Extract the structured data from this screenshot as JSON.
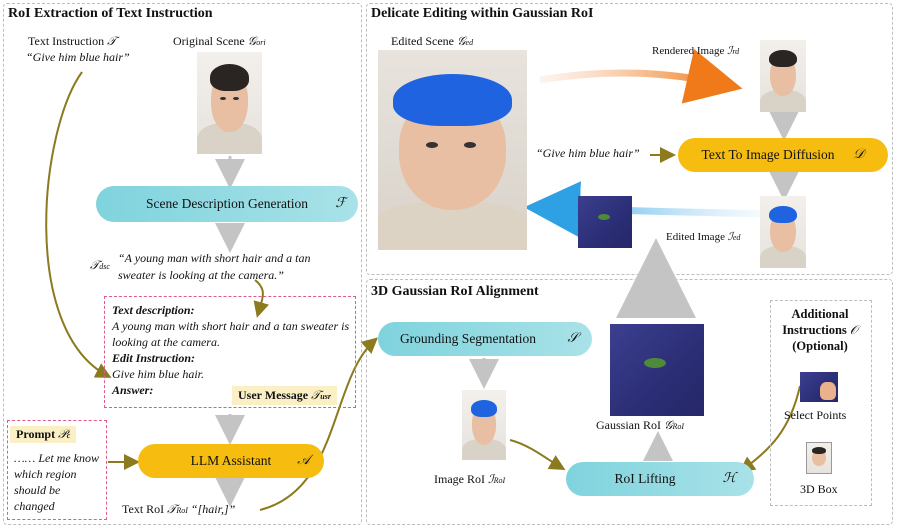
{
  "left_panel": {
    "title": "RoI Extraction of Text Instruction",
    "text_instruction_label": "Text Instruction",
    "text_instruction_symbol": "𝒯",
    "text_instruction_quote": "“Give him blue hair”",
    "original_scene_label": "Original Scene",
    "original_scene_symbol": "𝒢",
    "original_scene_sub": "ori",
    "scene_desc_gen": "Scene Description Generation",
    "scene_desc_symbol": "ℱ",
    "t_dsc_symbol": "𝒯",
    "t_dsc_sub": "dsc",
    "t_dsc_text": "“A young man with short hair and a tan sweater is looking at the camera.”",
    "message_box": {
      "heading1": "Text description:",
      "desc": "A young man with short hair and a tan sweater is looking at the camera.",
      "heading2": "Edit Instruction:",
      "instruction": "Give him blue hair.",
      "heading3": "Answer:"
    },
    "user_message_label": "User Message",
    "user_message_symbol": "𝒯",
    "user_message_sub": "usr",
    "prompt_label": "Prompt",
    "prompt_symbol": "𝒫",
    "prompt_sub": "c",
    "prompt_text": "…… Let me know which region should be changed",
    "llm_label": "LLM Assistant",
    "llm_symbol": "𝒜",
    "text_roi_label": "Text RoI",
    "text_roi_symbol": "𝒯",
    "text_roi_sub": "RoI",
    "text_roi_value": "“[hair,]”"
  },
  "edit_panel": {
    "title": "Delicate Editing within Gaussian RoI",
    "edited_scene_label": "Edited Scene",
    "edited_scene_symbol": "𝒢",
    "edited_scene_sub": "ed",
    "rendered_image_label": "Rendered Image",
    "rendered_image_symbol": "ℐ",
    "rendered_image_sub": "rd",
    "quote": "“Give him blue hair”",
    "diffusion_label": "Text To Image Diffusion",
    "diffusion_symbol": "𝒟",
    "edited_image_label": "Edited Image",
    "edited_image_symbol": "ℐ",
    "edited_image_sub": "ed"
  },
  "align_panel": {
    "title": "3D Gaussian RoI Alignment",
    "grounding_label": "Grounding Segmentation",
    "grounding_symbol": "𝒮",
    "image_roi_label": "Image RoI",
    "image_roi_symbol": "ℐ",
    "image_roi_sub": "RoI",
    "gaussian_roi_label": "Gaussian RoI",
    "gaussian_roi_symbol": "𝒢",
    "gaussian_roi_sub": "RoI",
    "lifting_label": "RoI Lifting",
    "lifting_symbol": "ℋ",
    "additional_title_1": "Additional",
    "additional_title_2": "Instructions",
    "additional_symbol": "𝒪",
    "additional_title_3": "(Optional)",
    "select_points_label": "Select Points",
    "box_3d_label": "3D Box"
  },
  "colors": {
    "cyan_pill": "#7dd2dc",
    "gold_pill": "#f6bd10",
    "arrow_olive": "#8b7a1e",
    "arrow_gray": "#bdbdbd",
    "blue_hair": "#1f63e0",
    "render_bg": "#2f3380"
  }
}
